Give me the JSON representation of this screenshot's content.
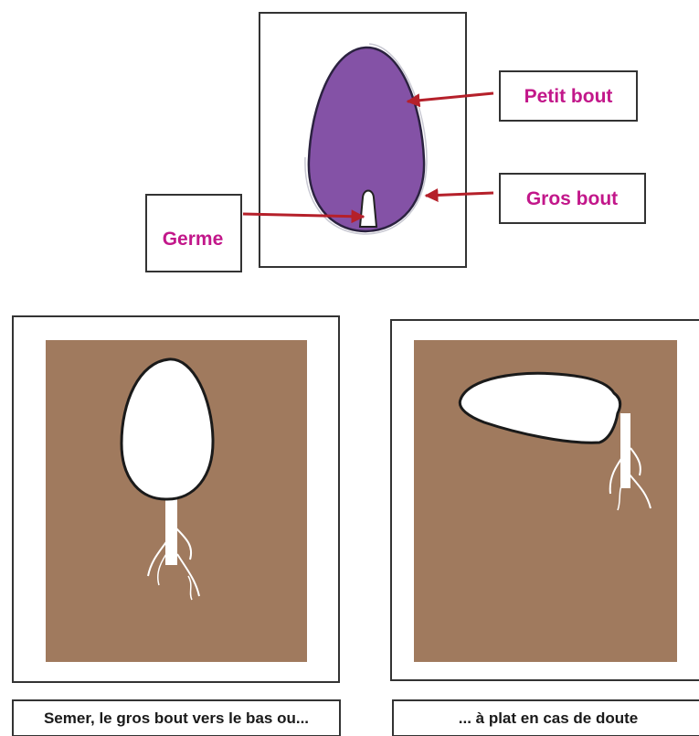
{
  "labels": {
    "petit_bout": "Petit bout",
    "gros_bout": "Gros bout",
    "germe": "Germe"
  },
  "captions": {
    "left": "Semer, le gros bout vers le bas ou...",
    "right": "... à plat en cas de doute"
  },
  "colors": {
    "seed_fill": "#8452a6",
    "soil": "#a07a5e",
    "arrow": "#b5202a",
    "label_text": "#c2178a",
    "caption_text": "#1a1a1a",
    "frame": "#333333"
  }
}
